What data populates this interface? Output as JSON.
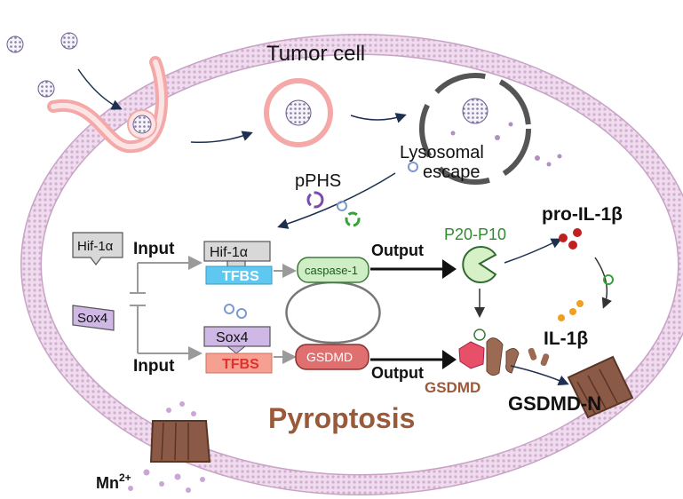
{
  "labels": {
    "tumor_cell": "Tumor cell",
    "lysosomal": "Lysosomal",
    "escape": "escape",
    "pphs": "pPHS",
    "p20_p10": "P20-P10",
    "pro_il1b": "pro-IL-1β",
    "il1b": "IL-1β",
    "hif_tag": "Hif-1α",
    "sox_tag": "Sox4",
    "input_top": "Input",
    "input_bottom": "Input",
    "hif_box": "Hif-1α",
    "tfbs_top": "TFBS",
    "sox_box": "Sox4",
    "tfbs_bottom": "TFBS",
    "caspase": "caspase-1",
    "gsdmd_gene": "GSDMD",
    "output_top": "Output",
    "output_bottom": "Output",
    "gsdmd_protein": "GSDMD",
    "gsdmd_n": "GSDMD-N",
    "pyroptosis": "Pyroptosis",
    "mn": "Mn",
    "mn_sup": "2+"
  },
  "colors": {
    "membrane": "#e8d2e6",
    "membrane_edge": "#c8a3c6",
    "endosome": "#f4a8a8",
    "p20_green": "#2f8a2f",
    "tfbs_blue": "#5ec8f0",
    "tfbs_red": "#f08070",
    "caspase_fill": "#cfeec5",
    "gsdmd_fill": "#e07070",
    "pyroptosis_brown": "#9a5a3a",
    "pore_brown": "#8a5a46",
    "il_red": "#c02020",
    "il_orange": "#f0a020"
  }
}
